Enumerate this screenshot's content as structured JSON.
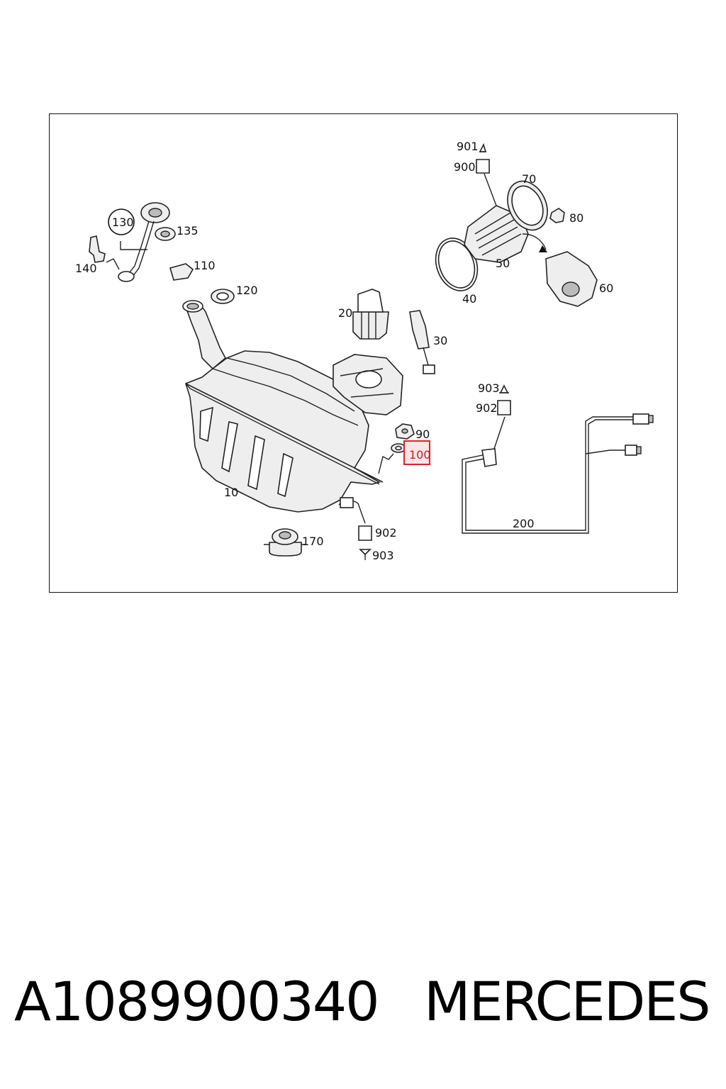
{
  "callouts": {
    "c901a": "901",
    "c900": "900",
    "c70": "70",
    "c80": "80",
    "c50": "50",
    "c40": "40",
    "c60": "60",
    "c130": "130",
    "c135": "135",
    "c140": "140",
    "c110": "110",
    "c120": "120",
    "c20": "20",
    "c30": "30",
    "c90": "90",
    "c100": "100",
    "c903a": "903",
    "c902a": "902",
    "c200": "200",
    "c10": "10",
    "c170": "170",
    "c902b": "902",
    "c903b": "903"
  },
  "highlight_color": "#e0202a",
  "footer": {
    "part_number": "A1089900340",
    "brand": "MERCEDES"
  }
}
